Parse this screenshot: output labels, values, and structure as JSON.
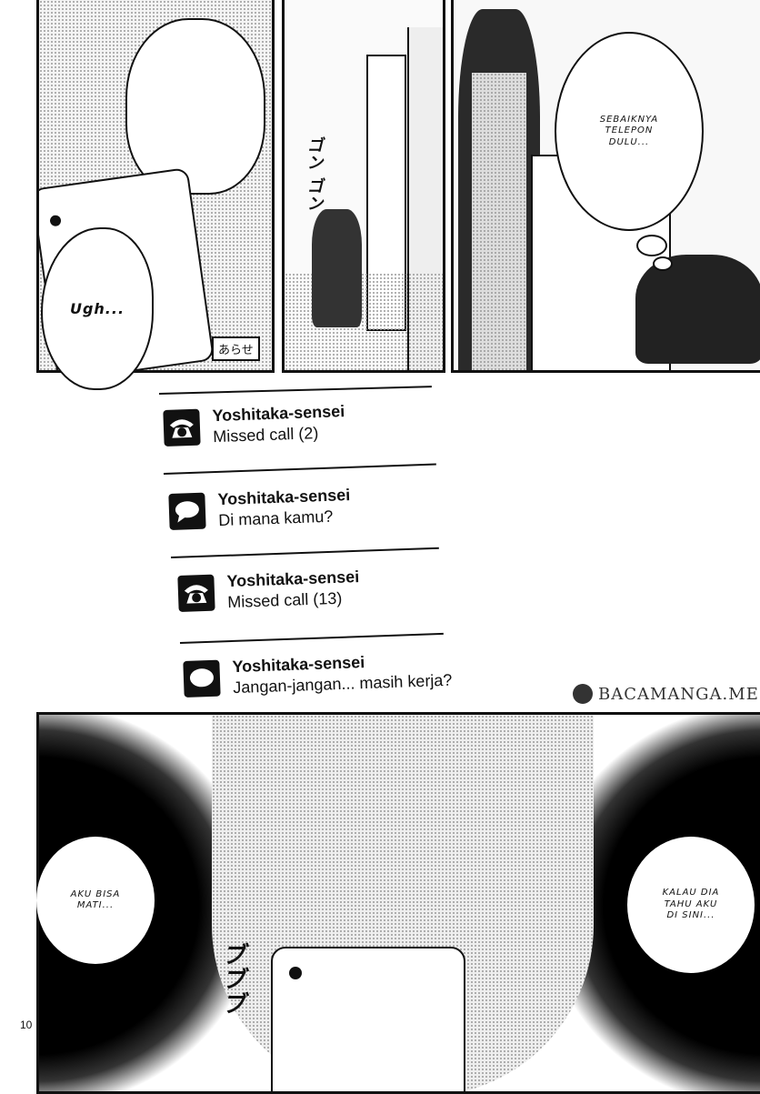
{
  "page": {
    "number": "10"
  },
  "top_panels": {
    "panel1": {
      "speech": "Ugh...",
      "name_tag": "あらせ"
    },
    "panel2": {
      "sfx": "ゴン ゴン"
    },
    "panel3": {
      "thought": "SEBAIKNYA\nTELEPON\nDULU..."
    }
  },
  "notifications": [
    {
      "icon": "phone-icon",
      "sender": "Yoshitaka-sensei",
      "message": "Missed call (2)"
    },
    {
      "icon": "message-icon",
      "sender": "Yoshitaka-sensei",
      "message": "Di mana kamu?"
    },
    {
      "icon": "phone-icon",
      "sender": "Yoshitaka-sensei",
      "message": "Missed call (13)"
    },
    {
      "icon": "message-icon",
      "sender": "Yoshitaka-sensei",
      "message": "Jangan-jangan... masih kerja?"
    }
  ],
  "watermark": {
    "text": "BACAMANGA.ME"
  },
  "bottom_panel": {
    "left_narration": "AKU BISA\nMATI...",
    "right_narration": "KALAU DIA\nTAHU AKU\nDI SINI...",
    "sfx": "ブブブ"
  }
}
